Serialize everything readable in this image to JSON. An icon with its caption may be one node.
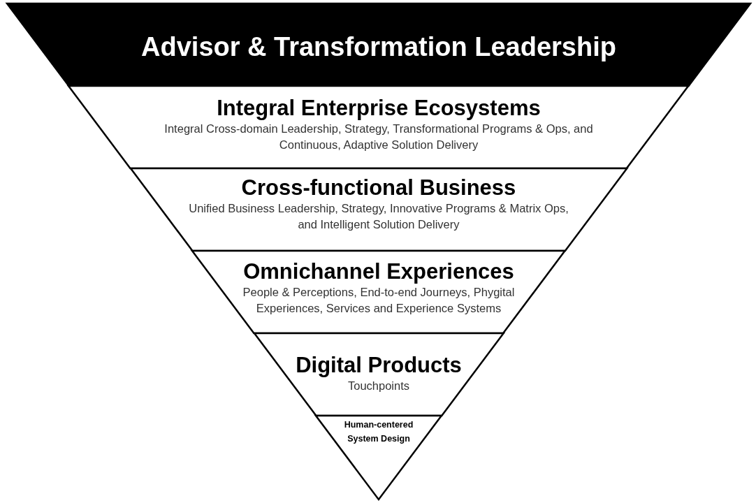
{
  "diagram": {
    "nodes": [
      {
        "text": [
          "Advisor & Transformation Leadership"
        ]
      },
      {
        "text": [
          "Integral Enterprise Ecosystems",
          "Integral Cross-domain Leadership, Strategy, Transformational Programs & Ops, and Continuous, Adaptive Solution Delivery"
        ]
      },
      {
        "text": [
          "Cross-functional Business",
          "Unified Business Leadership, Strategy, Innovative Programs & Matrix Ops, and Intelligent Solution Delivery"
        ]
      },
      {
        "text": [
          "Omnichannel Experiences",
          "People & Perceptions, End-to-end Journeys, Phygital Experiences, Services and Experience Systems"
        ]
      },
      {
        "text": [
          "Digital Products",
          "Touchpoints"
        ]
      },
      {
        "text": [
          "Human-centered System Design"
        ]
      }
    ]
  }
}
